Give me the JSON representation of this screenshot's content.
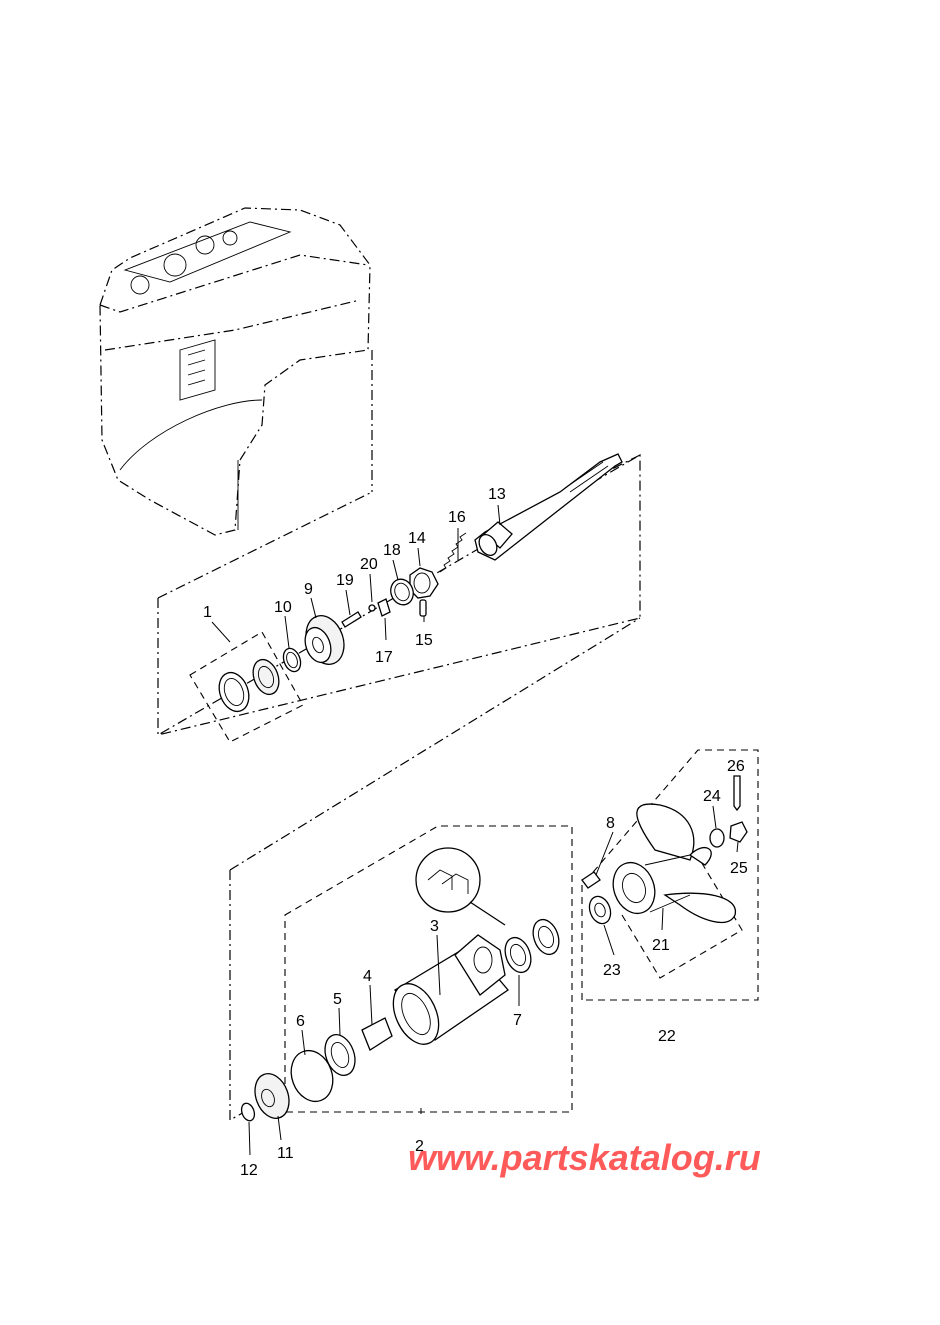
{
  "callouts": {
    "c1": "1",
    "c2": "2",
    "c3": "3",
    "c4": "4",
    "c5": "5",
    "c6": "6",
    "c7": "7",
    "c8": "8",
    "c9": "9",
    "c10": "10",
    "c11": "11",
    "c12": "12",
    "c13": "13",
    "c14": "14",
    "c15": "15",
    "c16": "16",
    "c17": "17",
    "c18": "18",
    "c19": "19",
    "c20": "20",
    "c21": "21",
    "c22": "22",
    "c23": "23",
    "c24": "24",
    "c25": "25",
    "c26": "26"
  },
  "watermark": "www.partskatalog.ru",
  "colors": {
    "line": "#000000",
    "watermark": "#ff5a5a",
    "background": "#ffffff"
  }
}
